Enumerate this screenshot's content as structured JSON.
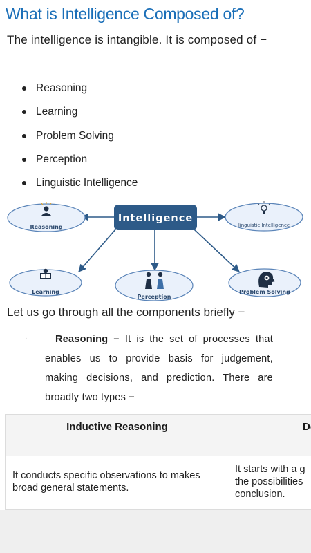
{
  "page": {
    "title": "What is Intelligence Composed of?",
    "intro": "The intelligence is intangible. It is composed of −",
    "bullets": [
      "Reasoning",
      "Learning",
      "Problem Solving",
      "Perception",
      "Linguistic Intelligence"
    ]
  },
  "diagram": {
    "center": "Intelligence",
    "nodes": {
      "reasoning": "Reasoning",
      "linguistic": "linguistic Intelligence",
      "learning": "Learning",
      "perception": "Perception",
      "problem_solving": "Problem Solving"
    },
    "colors": {
      "center_fill": "#2d5a88",
      "node_fill": "#eaf1fb",
      "node_stroke": "#5a84b8",
      "arrow": "#2d5a88"
    }
  },
  "lead": "Let us go through all the components briefly −",
  "components": [
    {
      "term": "Reasoning",
      "description": "− It is the set of processes that enables us to provide basis for judgement, making decisions, and prediction. There are broadly two types −"
    }
  ],
  "reasoning_table": {
    "headers": [
      "Inductive Reasoning",
      "De"
    ],
    "rows": [
      [
        "It conducts specific observations to makes broad general statements.",
        "It starts with a g\nthe possibilities\nconclusion."
      ]
    ]
  }
}
